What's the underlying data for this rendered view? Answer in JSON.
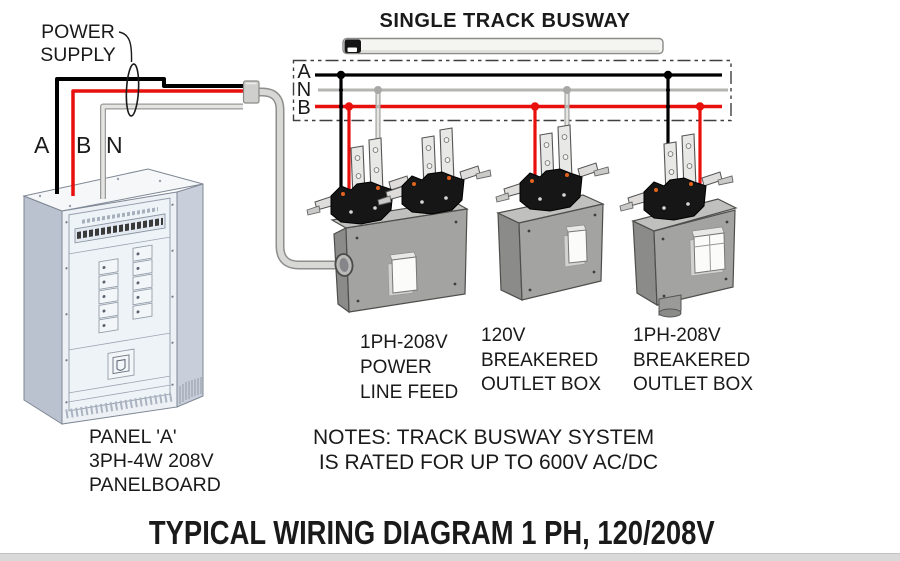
{
  "diagram": {
    "power_supply_label": "POWER\nSUPPLY",
    "supply_wires": [
      {
        "label": "A",
        "color": "#000000"
      },
      {
        "label": "B",
        "color": "#e8100c"
      },
      {
        "label": "N",
        "color": "#b8b8b6"
      }
    ],
    "busway": {
      "title": "SINGLE TRACK BUSWAY",
      "bus_labels": [
        "A",
        "N",
        "B"
      ]
    },
    "devices": [
      {
        "label": "1PH-208V\nPOWER\nLINE FEED"
      },
      {
        "label": "120V\nBREAKERED\nOUTLET BOX"
      },
      {
        "label": "1PH-208V\nBREAKERED\nOUTLET BOX"
      }
    ],
    "panel_label": "PANEL 'A'\n3PH-4W 208V\nPANELBOARD",
    "notes": "NOTES: TRACK BUSWAY SYSTEM\n IS RATED FOR UP TO 600V AC/DC",
    "title": "TYPICAL WIRING DIAGRAM 1 PH, 120/208V",
    "colors": {
      "phase_a": "#000000",
      "phase_b": "#e8100c",
      "neutral": "#b5b5b3",
      "conduit": "#d8d8d6"
    }
  }
}
